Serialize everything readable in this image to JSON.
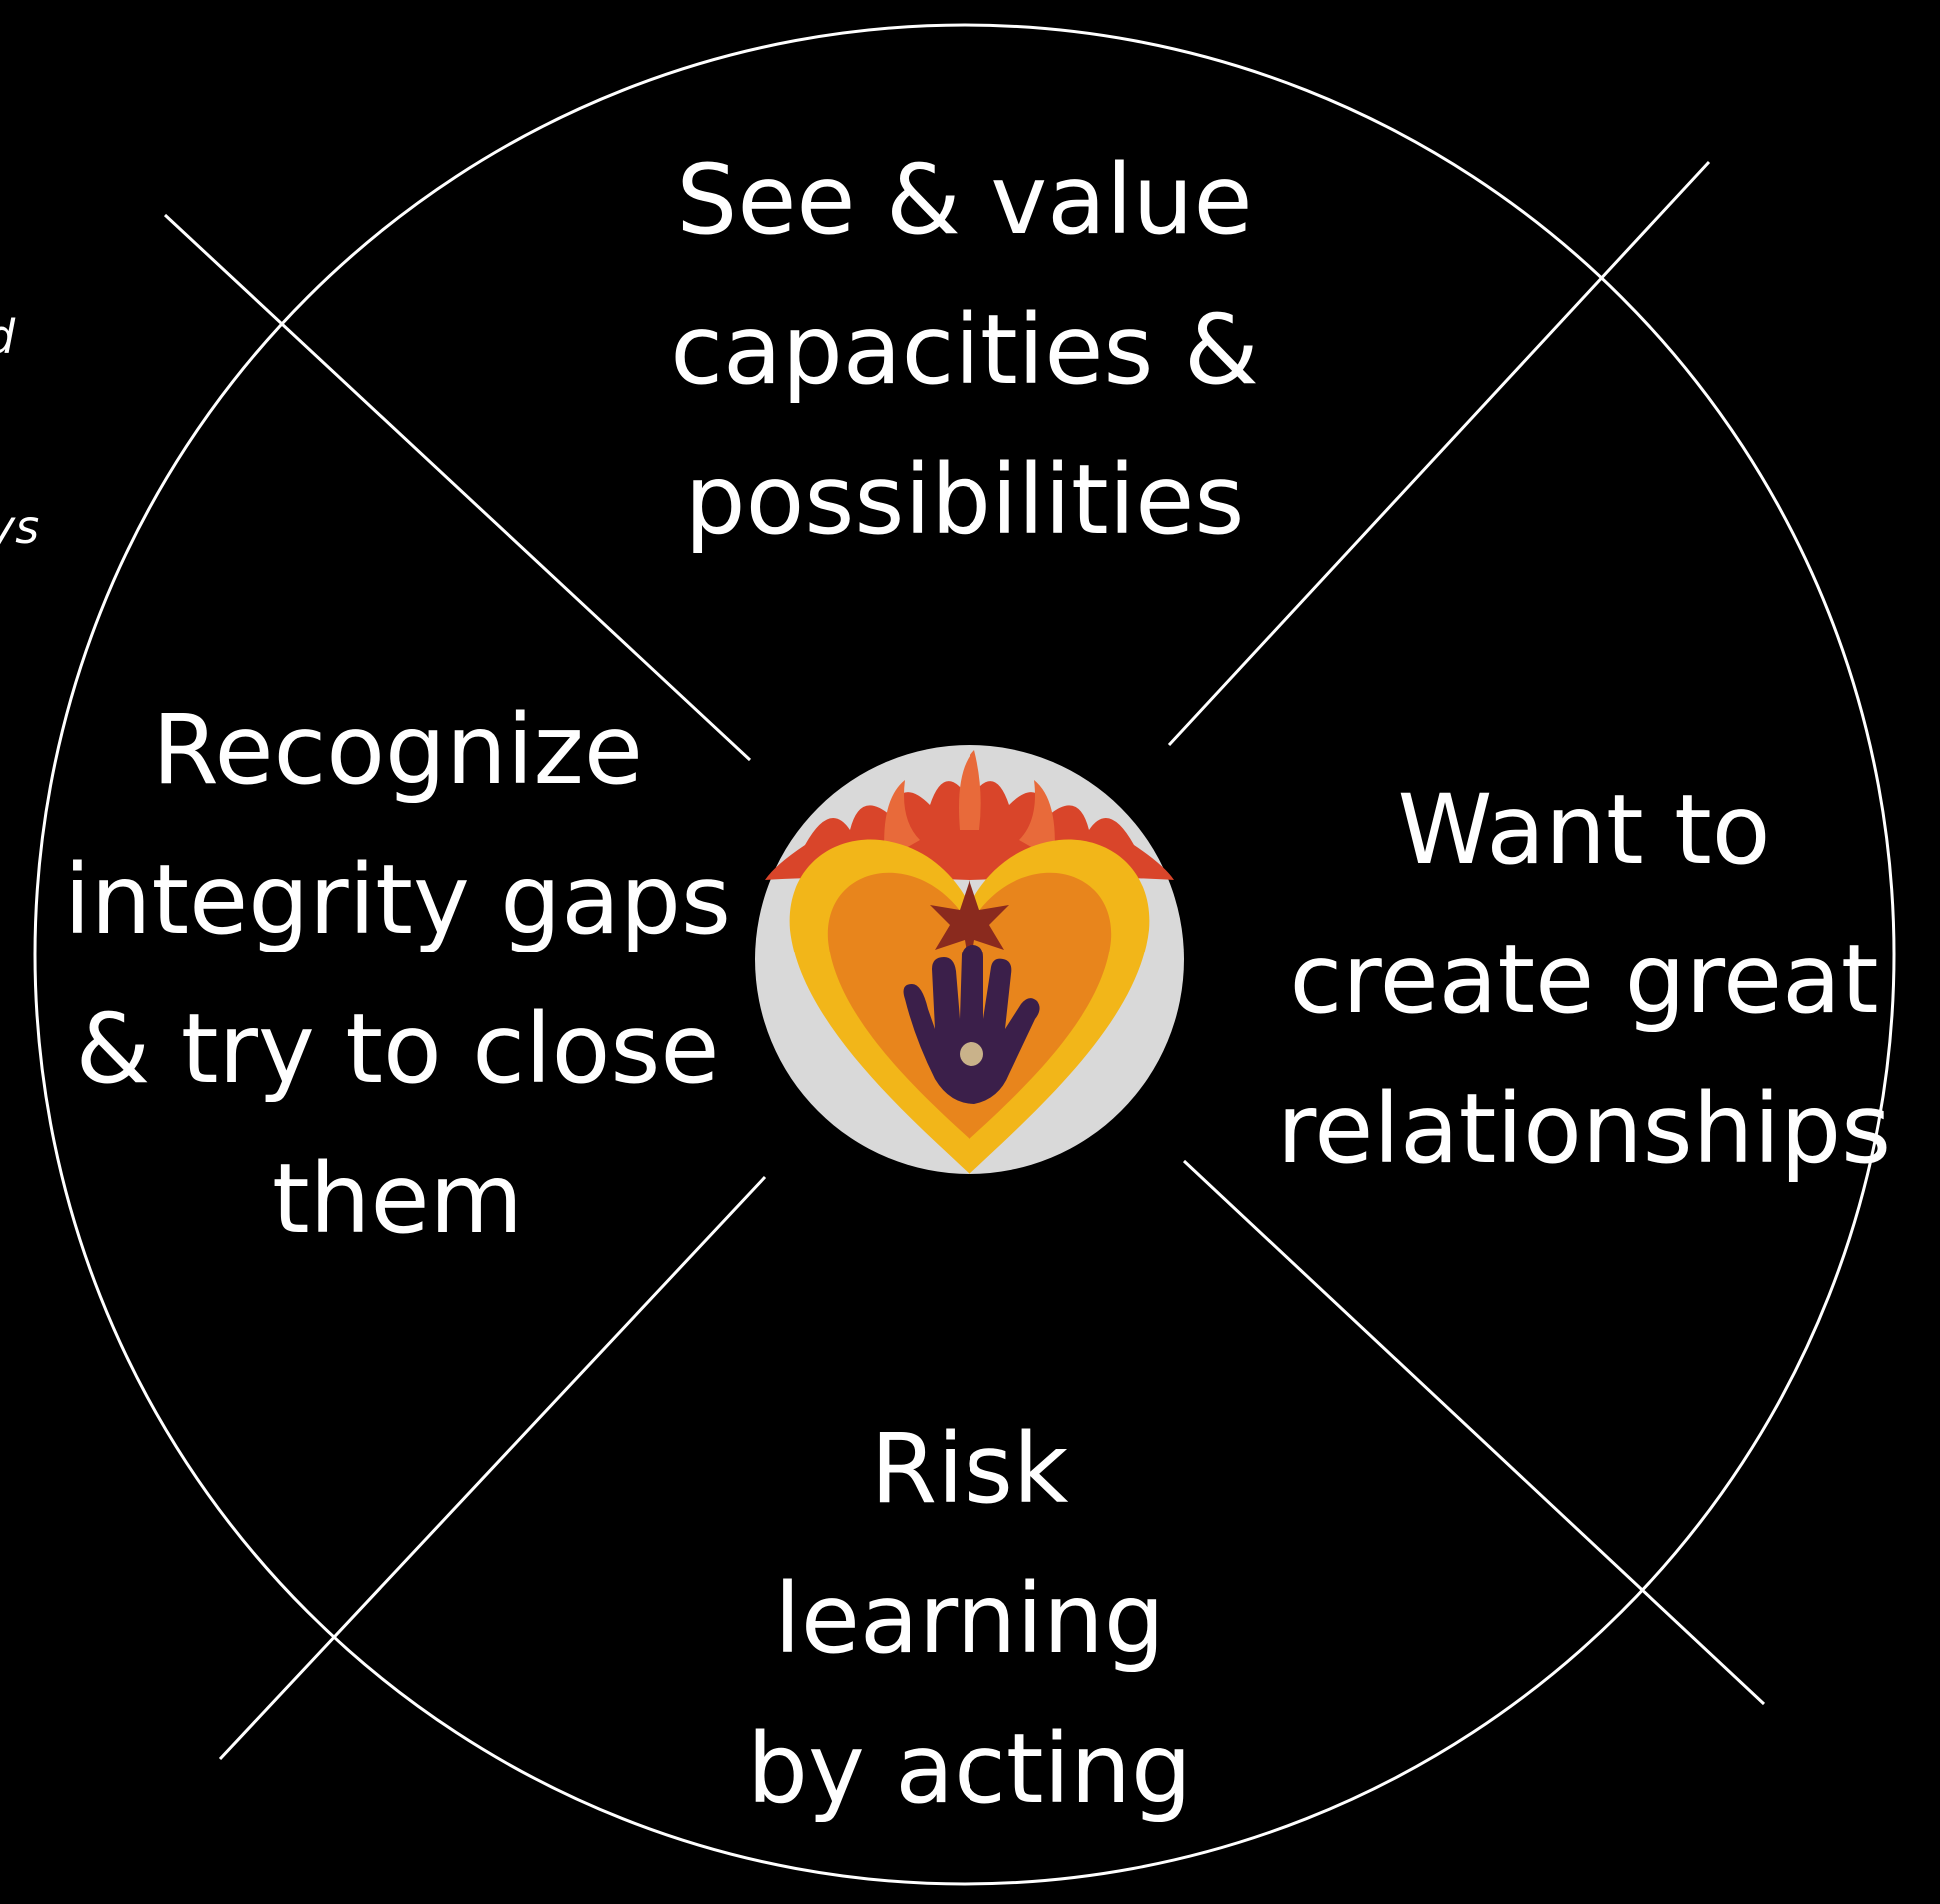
{
  "diagram": {
    "quadrants": {
      "top": [
        "See & value",
        "capacities &",
        "possibilities"
      ],
      "left": [
        "Recognize",
        "integrity gaps",
        "& try to close",
        "them"
      ],
      "right": [
        "Want to",
        "create great",
        "relationships"
      ],
      "bottom": [
        "Risk",
        "learning",
        "by acting"
      ]
    },
    "center_emblem": "heart-with-hand-icon",
    "colors": {
      "background": "#000000",
      "lines": "#ffffff",
      "text": "#ffffff",
      "emblem_disc": "#d9d9d9",
      "heart_outer": "#f2b619",
      "heart_inner": "#e8851c",
      "flames": "#d9452a",
      "hand": "#3b1f4a"
    }
  },
  "edge_fragments": [
    "d",
    "ys"
  ]
}
